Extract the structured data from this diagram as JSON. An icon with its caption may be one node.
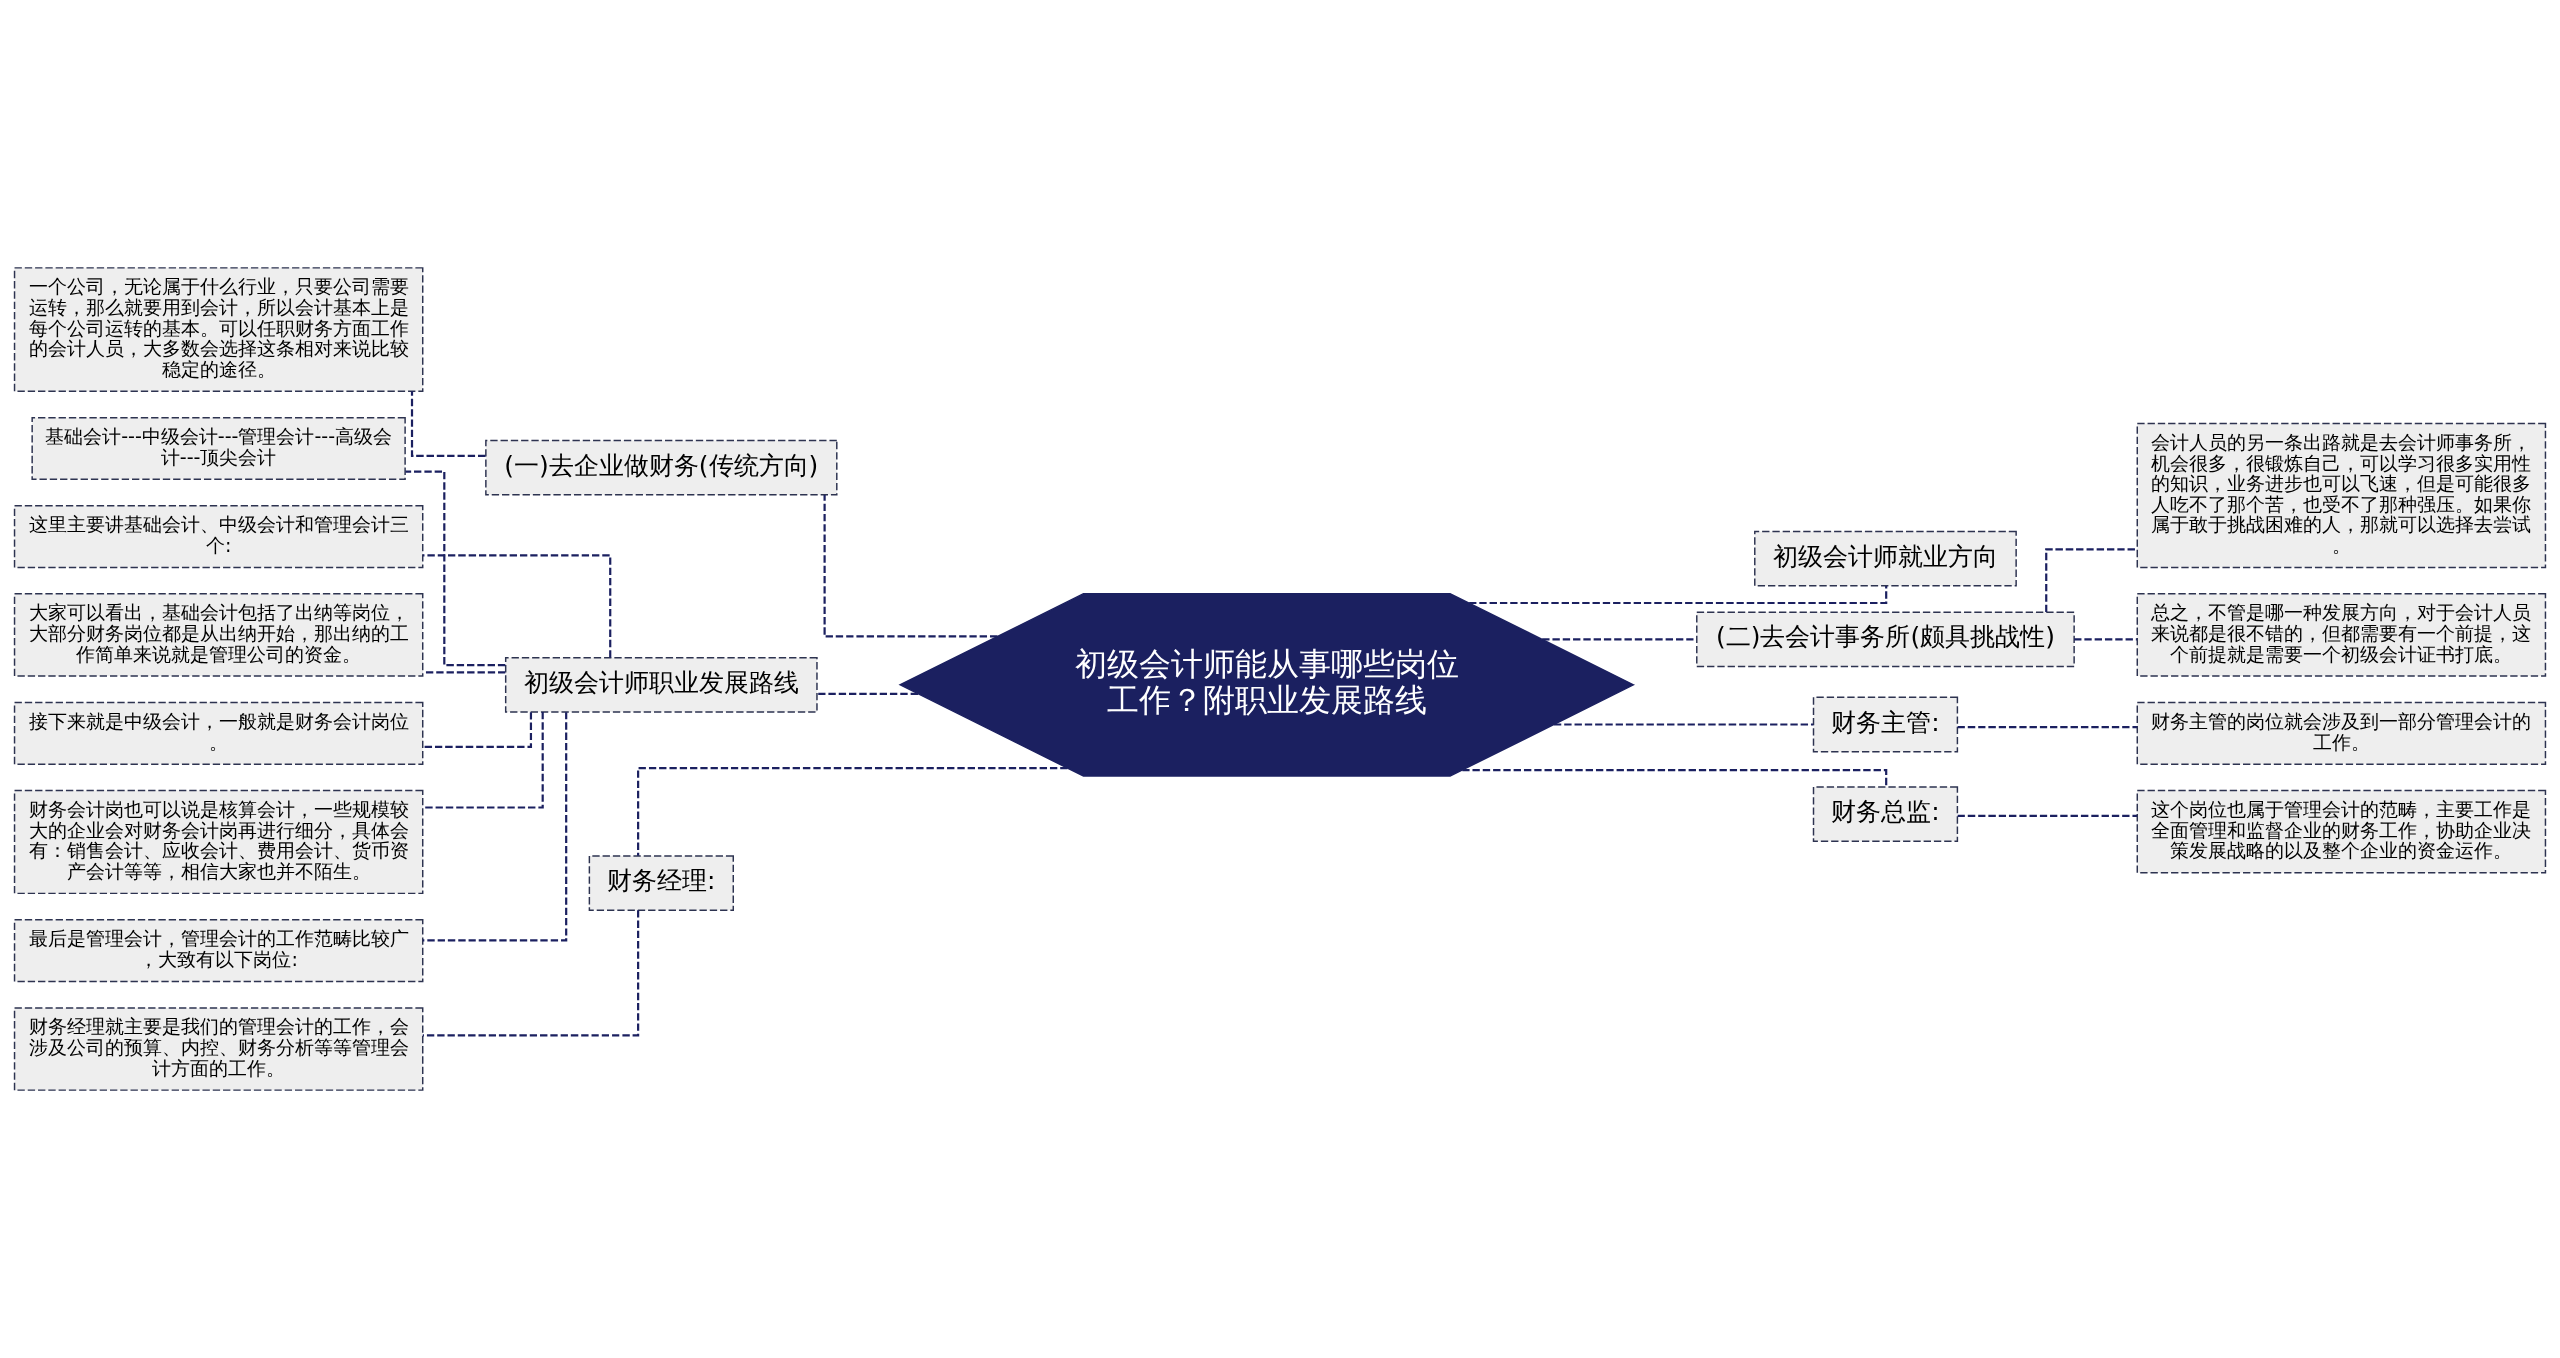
{
  "diagram": {
    "nodes": [
      {
        "text": [
          "初级会计师能从事哪些岗位工作？附职业发展路线"
        ]
      },
      {
        "text": [
          "(一)去企业做财务(传统方向)"
        ]
      },
      {
        "text": [
          "一个公司，无论属于什么行业，只要公司需要运转，那么就要用到会计，所以会计基本上是每个公司运转的基本。可以任职财务方面工作的会计人员，大多数会选择这条相对来说比较稳定的途径。"
        ]
      },
      {
        "text": [
          "初级会计师职业发展路线"
        ]
      },
      {
        "text": [
          "基础会计---中级会计---管理会计---高级会计---顶尖会计"
        ]
      },
      {
        "text": [
          "这里主要讲基础会计、中级会计和管理会计三个:"
        ]
      },
      {
        "text": [
          "大家可以看出，基础会计包括了出纳等岗位，大部分财务岗位都是从出纳开始，那出纳的工作简单来说就是管理公司的资金。"
        ]
      },
      {
        "text": [
          "接下来就是中级会计，一般就是财务会计岗位。"
        ]
      },
      {
        "text": [
          "财务会计岗也可以说是核算会计，一些规模较大的企业会对财务会计岗再进行细分，具体会有：销售会计、应收会计、费用会计、货币资产会计等等，相信大家也并不陌生。"
        ]
      },
      {
        "text": [
          "最后是管理会计，管理会计的工作范畴比较广，大致有以下岗位:"
        ]
      },
      {
        "text": [
          "财务经理:"
        ]
      },
      {
        "text": [
          "财务经理就主要是我们的管理会计的工作，会涉及公司的预算、内控、财务分析等等管理会计方面的工作。"
        ]
      },
      {
        "text": [
          "初级会计师就业方向"
        ]
      },
      {
        "text": [
          "(二)去会计事务所(颇具挑战性)"
        ]
      },
      {
        "text": [
          "会计人员的另一条出路就是去会计师事务所，机会很多，很锻炼自己，可以学习很多实用性的知识，业务进步也可以飞速，但是可能很多人吃不了那个苦，也受不了那种强压。如果你属于敢于挑战困难的人，那就可以选择去尝试。"
        ]
      },
      {
        "text": [
          "总之，不管是哪一种发展方向，对于会计人员来说都是很不错的，但都需要有一个前提，这个前提就是需要一个初级会计证书打底。"
        ]
      },
      {
        "text": [
          "财务主管:"
        ]
      },
      {
        "text": [
          "财务主管的岗位就会涉及到一部分管理会计的工作。"
        ]
      },
      {
        "text": [
          "财务总监:"
        ]
      },
      {
        "text": [
          "这个岗位也属于管理会计的范畴，主要工作是全面管理和监督企业的财务工作，协助企业决策发展战略的以及整个企业的资金运作。"
        ]
      }
    ],
    "edges": [
      {
        "from": 0,
        "to": 1,
        "arrow": "none"
      },
      {
        "from": 1,
        "to": 2,
        "arrow": "none"
      },
      {
        "from": 0,
        "to": 3,
        "arrow": "none"
      },
      {
        "from": 3,
        "to": 4,
        "arrow": "none"
      },
      {
        "from": 3,
        "to": 5,
        "arrow": "none"
      },
      {
        "from": 3,
        "to": 6,
        "arrow": "none"
      },
      {
        "from": 3,
        "to": 7,
        "arrow": "none"
      },
      {
        "from": 3,
        "to": 8,
        "arrow": "none"
      },
      {
        "from": 3,
        "to": 9,
        "arrow": "none"
      },
      {
        "from": 0,
        "to": 10,
        "arrow": "none"
      },
      {
        "from": 10,
        "to": 11,
        "arrow": "none"
      },
      {
        "from": 0,
        "to": 12,
        "arrow": "none"
      },
      {
        "from": 0,
        "to": 13,
        "arrow": "none"
      },
      {
        "from": 13,
        "to": 14,
        "arrow": "none"
      },
      {
        "from": 13,
        "to": 15,
        "arrow": "none"
      },
      {
        "from": 0,
        "to": 16,
        "arrow": "none"
      },
      {
        "from": 16,
        "to": 17,
        "arrow": "none"
      },
      {
        "from": 0,
        "to": 18,
        "arrow": "none"
      },
      {
        "from": 18,
        "to": 19,
        "arrow": "none"
      }
    ]
  }
}
